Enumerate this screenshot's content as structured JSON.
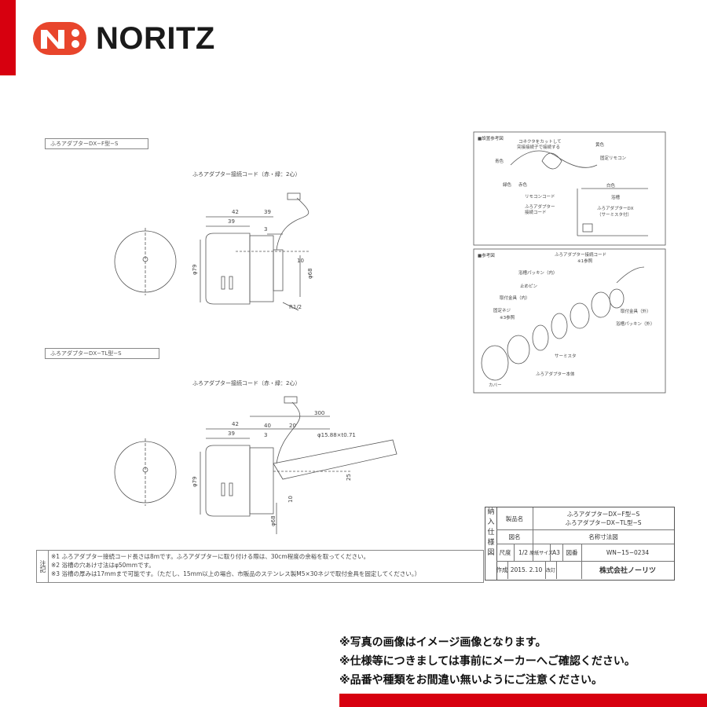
{
  "brand": {
    "name": "NORITZ",
    "accent": "#d7000f"
  },
  "views": {
    "f_type": {
      "label": "ふろアダプターDX−F型−S",
      "cord_label": "ふろアダプター接続コード（赤・緑：2心）",
      "dims": [
        "42",
        "39",
        "39",
        "3",
        "10",
        "φ79",
        "φ68",
        "R1/2"
      ]
    },
    "tl_type": {
      "label": "ふろアダプターDX−TL型−S",
      "cord_label": "ふろアダプター接続コード（赤・緑：2心）",
      "dims": [
        "42",
        "39",
        "40",
        "20",
        "300",
        "3",
        "φ15.88×t0.71",
        "φ79",
        "φ68",
        "10",
        "25"
      ]
    }
  },
  "install_ref": {
    "title": "■設置参考図",
    "labels": [
      "コネクタをカットして",
      "突接接続子で接続する",
      "青色",
      "黄色",
      "緑色",
      "赤色",
      "白色",
      "固定リモコン",
      "リモコンコード",
      "ふろアダプター",
      "接続コード",
      "浴槽",
      "ふろアダプターDX",
      "（サーミスタ付）"
    ]
  },
  "parts_ref": {
    "title": "■参考図",
    "labels": [
      "ふろアダプター接続コード",
      "※1参照",
      "浴槽パッキン（内）",
      "止めピン",
      "取付金具（内）",
      "固定ネジ",
      "※3参照",
      "取付金具（外）",
      "浴槽パッキン（外）",
      "サーミスタ",
      "ふろアダプター本体",
      "カバー"
    ]
  },
  "notes": {
    "tag": "注記",
    "lines": [
      "※1 ふろアダプター接続コード長さは8mです。ふろアダプターに取り付ける際は、30cm程度の余裕を取ってください。",
      "※2 浴槽の穴あけ寸法はφ50mmです。",
      "※3 浴槽の厚みは17mmまで可能です。（ただし、15mm以上の場合、市販品のステンレス製M5×30ネジで取付金具を固定してください。）"
    ]
  },
  "title_block": {
    "side": "納入仕様図",
    "product_label": "製品名",
    "product_1": "ふろアダプターDX−F型−S",
    "product_2": "ふろアダプターDX−TL型−S",
    "drawing_label": "図名",
    "drawing_name": "名称寸法図",
    "scale_label": "尺度",
    "scale": "1/2",
    "paper_label": "原紙サイズ",
    "paper": "A3",
    "number_label": "図番",
    "number": "WN−15−0234",
    "made_label": "作成",
    "date": "2015. 2.10",
    "revised_label": "改訂",
    "company": "株式会社ノーリツ"
  },
  "disclaimer": [
    "※写真の画像はイメージ画像となります。",
    "※仕様等につきましては事前にメーカーへご確認ください。",
    "※品番や種類をお間違い無いようにご注意ください。"
  ]
}
